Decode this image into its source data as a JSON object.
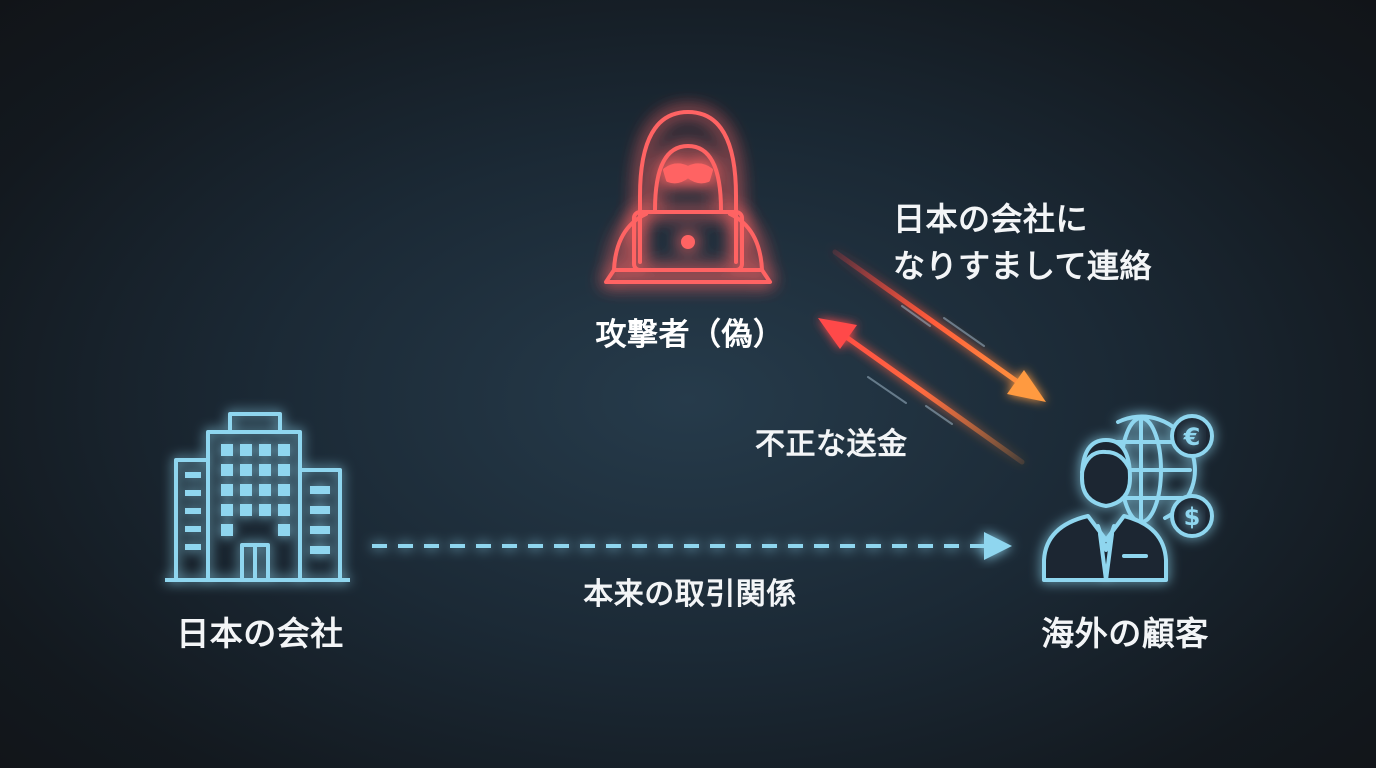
{
  "nodes": {
    "attacker": {
      "label": "攻撃者（偽）",
      "icon": "hooded-hacker-laptop-icon",
      "color": "#ff5a5a"
    },
    "company": {
      "label": "日本の会社",
      "icon": "office-building-icon",
      "color": "#8fd6ef"
    },
    "customer": {
      "label": "海外の顧客",
      "icon": "businessman-globe-currency-icon",
      "color": "#8fd6ef"
    }
  },
  "edges": {
    "legitimate": {
      "label": "本来の取引関係",
      "style": "dashed",
      "color": "#8fd6ef"
    },
    "impersonation": {
      "line1": "日本の会社に",
      "line2": "なりすまして連絡",
      "color": "#ff8a3a"
    },
    "fraud_transfer": {
      "label": "不正な送金",
      "color": "#ff4a4a"
    }
  },
  "currency_symbols": {
    "euro": "€",
    "dollar": "$"
  }
}
